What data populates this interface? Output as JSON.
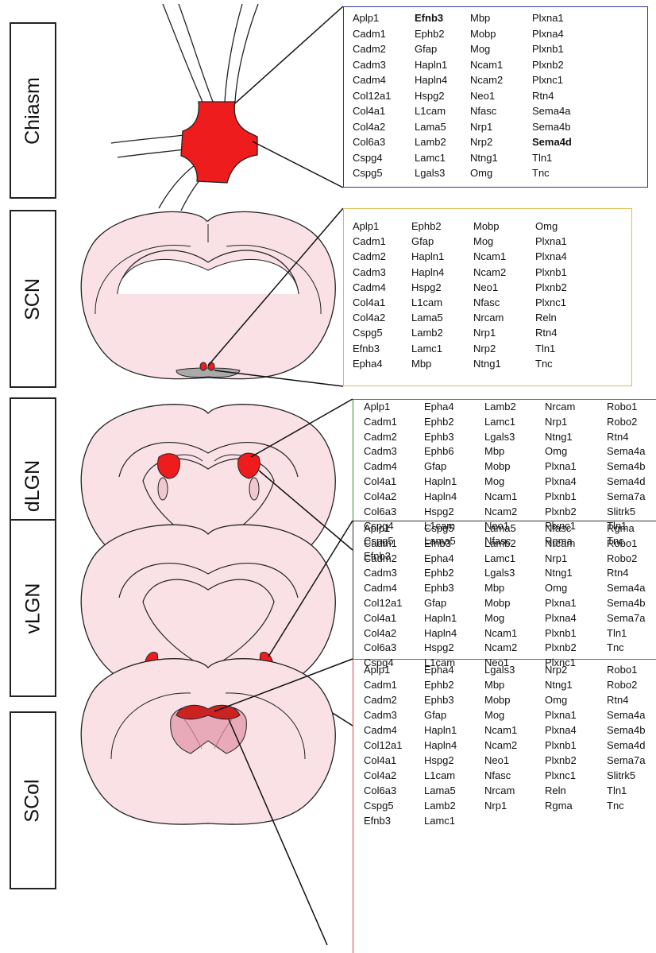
{
  "colors": {
    "chiasm": "#3333aa",
    "scn": "#e0b84e",
    "dlgn": "#3a8a3a",
    "vlgn": "#333333",
    "scol": "#d94444",
    "region_fill": "#ee1c1c",
    "brain_fill": "#f9e1e6"
  },
  "panels": [
    {
      "label": "Chiasm",
      "genes": [
        [
          "Aplp1",
          "Cadm1",
          "Cadm2",
          "Cadm3",
          "Cadm4",
          "Col12a1",
          "Col4a1",
          "Col4a2",
          "Col6a3",
          "Cspg4",
          "Cspg5"
        ],
        [
          "Efnb3",
          "Ephb2",
          "Gfap",
          "Hapln1",
          "Hapln4",
          "Hspg2",
          "L1cam",
          "Lama5",
          "Lamb2",
          "Lamc1",
          "Lgals3"
        ],
        [
          "Mbp",
          "Mobp",
          "Mog",
          "Ncam1",
          "Ncam2",
          "Neo1",
          "Nfasc",
          "Nrp1",
          "Nrp2",
          "Ntng1",
          "Omg"
        ],
        [
          "Plxna1",
          "Plxna4",
          "Plxnb1",
          "Plxnb2",
          "Plxnc1",
          "Rtn4",
          "Sema4a",
          "Sema4b",
          "Sema4d",
          "Tln1",
          "Tnc"
        ]
      ],
      "bold": [
        "Efnb3",
        "Sema4d"
      ]
    },
    {
      "label": "SCN",
      "genes": [
        [
          "Aplp1",
          "Cadm1",
          "Cadm2",
          "Cadm3",
          "Cadm4",
          "Col4a1",
          "Col4a2",
          "Cspg5",
          "Efnb3",
          "Epha4"
        ],
        [
          "Ephb2",
          "Gfap",
          "Hapln1",
          "Hapln4",
          "Hspg2",
          "L1cam",
          "Lama5",
          "Lamb2",
          "Lamc1",
          "Mbp"
        ],
        [
          "Mobp",
          "Mog",
          "Ncam1",
          "Ncam2",
          "Neo1",
          "Nfasc",
          "Nrcam",
          "Nrp1",
          "Nrp2",
          "Ntng1"
        ],
        [
          "Omg",
          "Plxna1",
          "Plxna4",
          "Plxnb1",
          "Plxnb2",
          "Plxnc1",
          "Reln",
          "Rtn4",
          "Tln1",
          "Tnc"
        ]
      ],
      "bold": []
    },
    {
      "label": "dLGN",
      "genes": [
        [
          "Aplp1",
          "Cadm1",
          "Cadm2",
          "Cadm3",
          "Cadm4",
          "Col4a1",
          "Col4a2",
          "Col6a3",
          "Cspg4",
          "Cspg5",
          "Efnb3"
        ],
        [
          "Epha4",
          "Ephb2",
          "Ephb3",
          "Ephb6",
          "Gfap",
          "Hapln1",
          "Hapln4",
          "Hspg2",
          "L1cam",
          "Lama5"
        ],
        [
          "Lamb2",
          "Lamc1",
          "Lgals3",
          "Mbp",
          "Mobp",
          "Mog",
          "Ncam1",
          "Ncam2",
          "Neo1",
          "Nfasc"
        ],
        [
          "Nrcam",
          "Nrp1",
          "Ntng1",
          "Omg",
          "Plxna1",
          "Plxna4",
          "Plxnb1",
          "Plxnb2",
          "Plxnc1",
          "Rgma"
        ],
        [
          "Robo1",
          "Robo2",
          "Rtn4",
          "Sema4a",
          "Sema4b",
          "Sema4d",
          "Sema7a",
          "Slitrk5",
          "Tln1",
          "Tnc"
        ]
      ],
      "bold": []
    },
    {
      "label": "vLGN",
      "genes": [
        [
          "Aplp1",
          "Cadm1",
          "Cadm2",
          "Cadm3",
          "Cadm4",
          "Col12a1",
          "Col4a1",
          "Col4a2",
          "Col6a3",
          "Cspg4"
        ],
        [
          "Cspg5",
          "Efnb3",
          "Epha4",
          "Ephb2",
          "Ephb3",
          "Gfap",
          "Hapln1",
          "Hapln4",
          "Hspg2",
          "L1cam"
        ],
        [
          "Lama5",
          "Lamb2",
          "Lamc1",
          "Lgals3",
          "Mbp",
          "Mobp",
          "Mog",
          "Ncam1",
          "Ncam2",
          "Neo1"
        ],
        [
          "Nfasc",
          "Nrcam",
          "Nrp1",
          "Ntng1",
          "Omg",
          "Plxna1",
          "Plxna4",
          "Plxnb1",
          "Plxnb2",
          "Plxnc1"
        ],
        [
          "Rgma",
          "Robo1",
          "Robo2",
          "Rtn4",
          "Sema4a",
          "Sema4b",
          "Sema7a",
          "Tln1",
          "Tnc"
        ]
      ],
      "bold": []
    },
    {
      "label": "SCol",
      "genes": [
        [
          "Aplp1",
          "Cadm1",
          "Cadm2",
          "Cadm3",
          "Cadm4",
          "Col12a1",
          "Col4a1",
          "Col4a2",
          "Col6a3",
          "Cspg5",
          "Efnb3"
        ],
        [
          "Epha4",
          "Ephb2",
          "Ephb3",
          "Gfap",
          "Hapln1",
          "Hapln4",
          "Hspg2",
          "L1cam",
          "Lama5",
          "Lamb2",
          "Lamc1"
        ],
        [
          "Lgals3",
          "Mbp",
          "Mobp",
          "Mog",
          "Ncam1",
          "Ncam2",
          "Neo1",
          "Nfasc",
          "Nrcam",
          "Nrp1"
        ],
        [
          "Nrp2",
          "Ntng1",
          "Omg",
          "Plxna1",
          "Plxna4",
          "Plxnb1",
          "Plxnb2",
          "Plxnc1",
          "Reln",
          "Rgma"
        ],
        [
          "Robo1",
          "Robo2",
          "Rtn4",
          "Sema4a",
          "Sema4b",
          "Sema4d",
          "Sema7a",
          "Slitrk5",
          "Tln1",
          "Tnc"
        ]
      ],
      "bold": []
    }
  ]
}
